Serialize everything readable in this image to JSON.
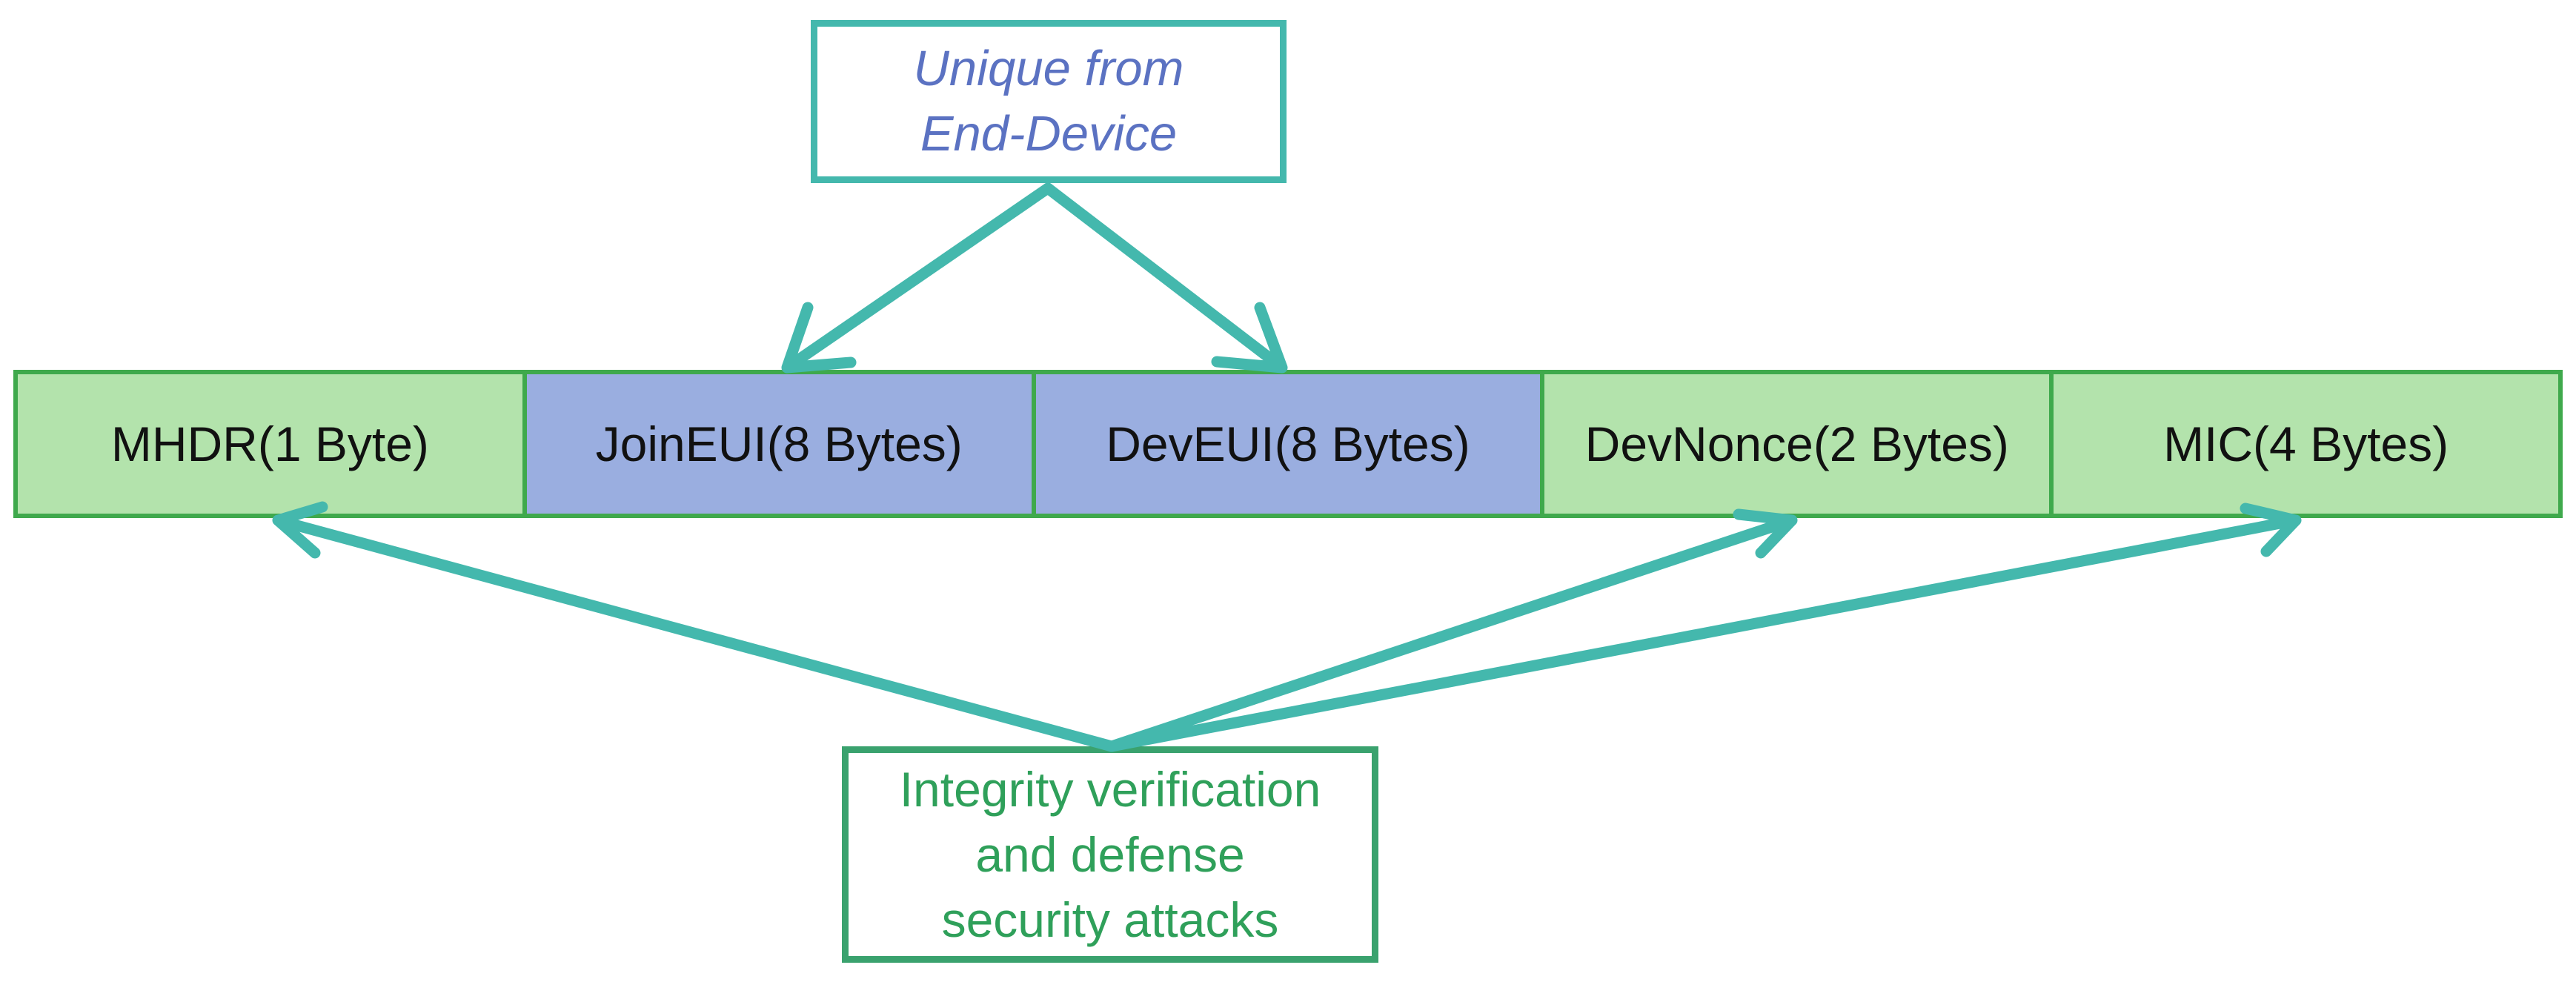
{
  "colors": {
    "frame_border": "#3fa94c",
    "field_green": "#b3e3ac",
    "field_blue": "#9aaee0",
    "arrow": "#44b8ad",
    "top_text": "#5b72c2",
    "bottom_text": "#2fa05a",
    "bottom_border": "#3aa26e"
  },
  "top_note": {
    "lines": [
      "Unique from",
      "End-Device"
    ]
  },
  "frame": {
    "fields": [
      {
        "label": "MHDR(1 Byte)",
        "fill": "#b3e3ac"
      },
      {
        "label": "JoinEUI(8 Bytes)",
        "fill": "#9aaee0"
      },
      {
        "label": "DevEUI(8 Bytes)",
        "fill": "#9aaee0"
      },
      {
        "label": "DevNonce(2 Bytes)",
        "fill": "#b3e3ac"
      },
      {
        "label": "MIC(4 Bytes)",
        "fill": "#b3e3ac"
      }
    ]
  },
  "bottom_note": {
    "lines": [
      "Integrity verification",
      "and defense",
      "security attacks"
    ]
  }
}
